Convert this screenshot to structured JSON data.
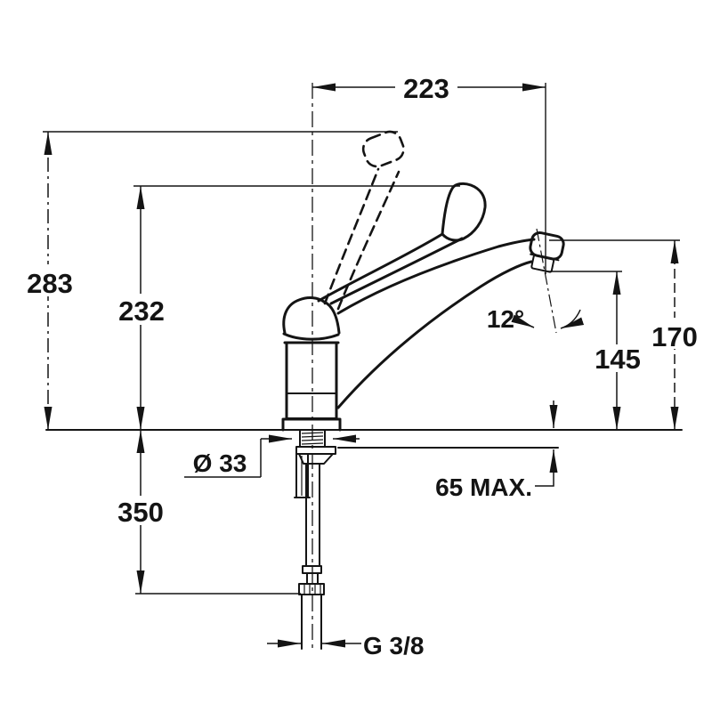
{
  "page": {
    "background": "#ffffff",
    "line_color": "#141414"
  },
  "drawing": {
    "dims": {
      "overall_projection": "223",
      "height_handle_raised": "283",
      "height_handle_rest": "232",
      "spout_angle": "12°",
      "spout_height": "170",
      "outlet_height": "145",
      "hole_diameter": "Ø 33",
      "deck_thickness_max": "65 MAX.",
      "supply_length": "350",
      "thread_size": "G 3/8"
    }
  }
}
